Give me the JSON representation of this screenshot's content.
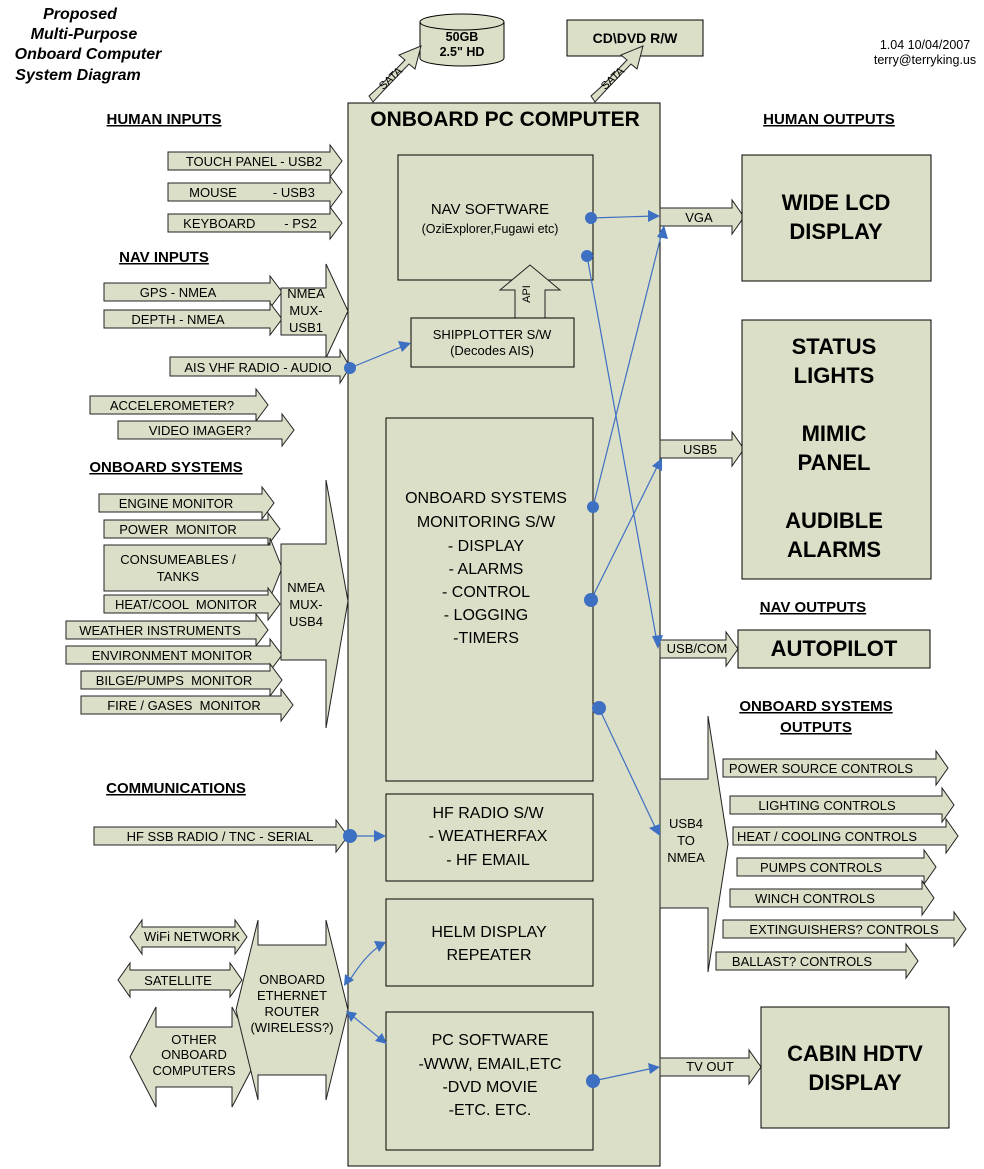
{
  "title": [
    "Proposed",
    "Multi-Purpose",
    "Onboard Computer",
    "System Diagram"
  ],
  "version": "1.04 10/04/2007",
  "email": "terry@terryking.us",
  "hd": [
    "50GB",
    "2.5\" HD"
  ],
  "cd": "CD\\DVD R/W",
  "sata": "SATA",
  "pc_title": "ONBOARD PC COMPUTER",
  "headings": {
    "human_inputs": "HUMAN INPUTS",
    "nav_inputs": "NAV  INPUTS",
    "onboard_systems": "ONBOARD SYSTEMS",
    "communications": "COMMUNICATIONS",
    "human_outputs": "HUMAN OUTPUTS",
    "nav_outputs": "NAV OUTPUTS",
    "onboard_outputs": [
      "ONBOARD SYSTEMS",
      "OUTPUTS"
    ]
  },
  "human_inputs": [
    "TOUCH PANEL - USB2",
    "MOUSE          - USB3",
    "KEYBOARD        - PS2"
  ],
  "nav_inputs": [
    "GPS - NMEA",
    "DEPTH  - NMEA"
  ],
  "nmea_mux1": [
    "NMEA",
    "MUX-",
    "USB1"
  ],
  "ais": "AIS VHF RADIO - AUDIO",
  "accel": "ACCELEROMETER?",
  "video": "VIDEO IMAGER?",
  "onboard_inputs": [
    "ENGINE MONITOR",
    "POWER  MONITOR",
    "CONSUMEABLES /",
    "TANKS",
    "HEAT/COOL  MONITOR",
    "WEATHER INSTRUMENTS",
    "ENVIRONMENT MONITOR",
    "BILGE/PUMPS  MONITOR",
    "FIRE / GASES  MONITOR"
  ],
  "nmea_mux4": [
    "NMEA",
    "MUX-",
    "USB4"
  ],
  "hf_input": "HF SSB RADIO / TNC - SERIAL",
  "network": [
    "WiFi NETWORK",
    "SATELLITE"
  ],
  "other": [
    "OTHER",
    "ONBOARD",
    "COMPUTERS"
  ],
  "router": [
    "ONBOARD",
    "ETHERNET",
    "ROUTER",
    "(WIRELESS?)"
  ],
  "nav_sw": [
    "NAV SOFTWARE",
    "(OziExplorer,Fugawi etc)"
  ],
  "api": "API",
  "shipplotter": [
    "SHIPPLOTTER S/W",
    "(Decodes AIS)"
  ],
  "monitoring": [
    "ONBOARD SYSTEMS",
    "MONITORING S/W",
    "- DISPLAY",
    "- ALARMS",
    "- CONTROL",
    "- LOGGING",
    "-TIMERS"
  ],
  "hf_sw": [
    "HF RADIO S/W",
    "- WEATHERFAX",
    "- HF EMAIL"
  ],
  "helm": [
    "HELM DISPLAY",
    "REPEATER"
  ],
  "pc_sw": [
    "PC SOFTWARE",
    "-WWW, EMAIL,ETC",
    "-DVD MOVIE",
    "-ETC. ETC."
  ],
  "ports": {
    "vga": "VGA",
    "usb5": "USB5",
    "usbcom": "USB/COM",
    "tvout": "TV OUT"
  },
  "usb4_nmea": [
    "USB4",
    "TO",
    "NMEA"
  ],
  "lcd": [
    "WIDE LCD",
    "DISPLAY"
  ],
  "status": [
    "STATUS",
    "LIGHTS",
    "MIMIC",
    "PANEL",
    "AUDIBLE",
    "ALARMS"
  ],
  "autopilot": "AUTOPILOT",
  "hdtv": [
    "CABIN HDTV",
    "DISPLAY"
  ],
  "controls": [
    "POWER SOURCE CONTROLS",
    "LIGHTING CONTROLS",
    "HEAT / COOLING CONTROLS",
    "PUMPS CONTROLS",
    "WINCH CONTROLS",
    "EXTINGUISHERS? CONTROLS",
    "BALLAST? CONTROLS"
  ],
  "colors": {
    "fill": "#dcdfc8",
    "connector": "#3d6fc2"
  }
}
